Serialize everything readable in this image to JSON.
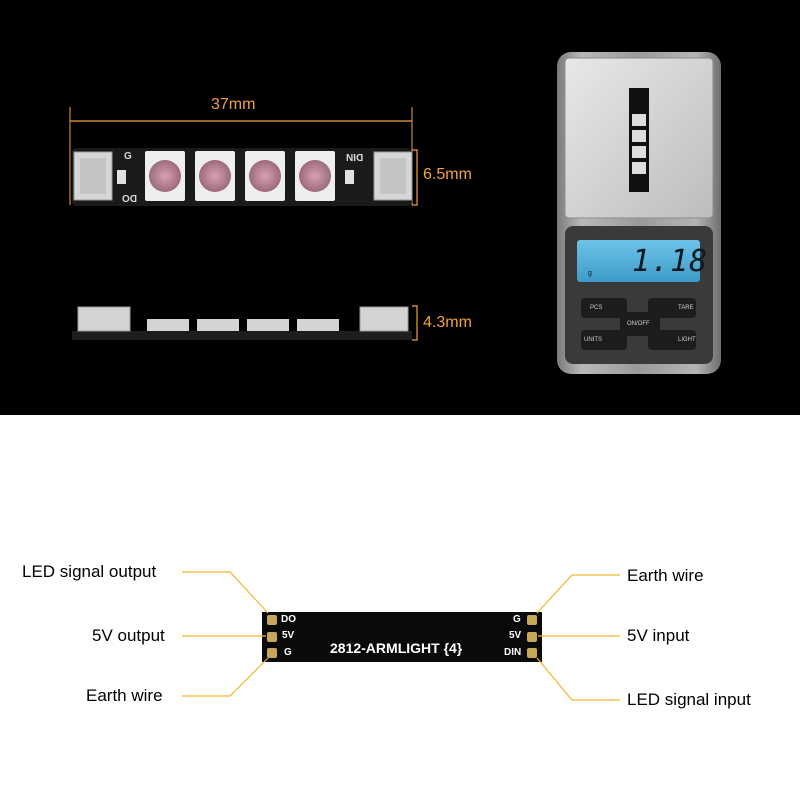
{
  "dimensions": {
    "length": "37mm",
    "width": "6.5mm",
    "height": "4.3mm"
  },
  "top_board": {
    "left_labels": [
      "G",
      "DO"
    ],
    "right_labels": [
      "DIN",
      ""
    ]
  },
  "scale": {
    "reading": "1.18",
    "unit_indicator": "g",
    "buttons": {
      "pcs": "PCS",
      "tare": "TARE",
      "on_off": "ON/OFF",
      "units": "UNITS",
      "light": "LIGHT"
    }
  },
  "pinout": {
    "board_name": "2812-ARMLIGHT {4}",
    "left_pads": [
      "DO",
      "5V",
      "G"
    ],
    "right_pads": [
      "G",
      "5V",
      "DIN"
    ],
    "left_callouts": [
      "LED signal output",
      "5V output",
      "Earth wire"
    ],
    "right_callouts": [
      "Earth wire",
      "5V input",
      "LED signal input"
    ]
  },
  "colors": {
    "accent_gold": "#f2a23a",
    "leader_line": "#f0b82a",
    "pad_gold": "#c8a65a",
    "board_black": "#0a0a0a"
  }
}
